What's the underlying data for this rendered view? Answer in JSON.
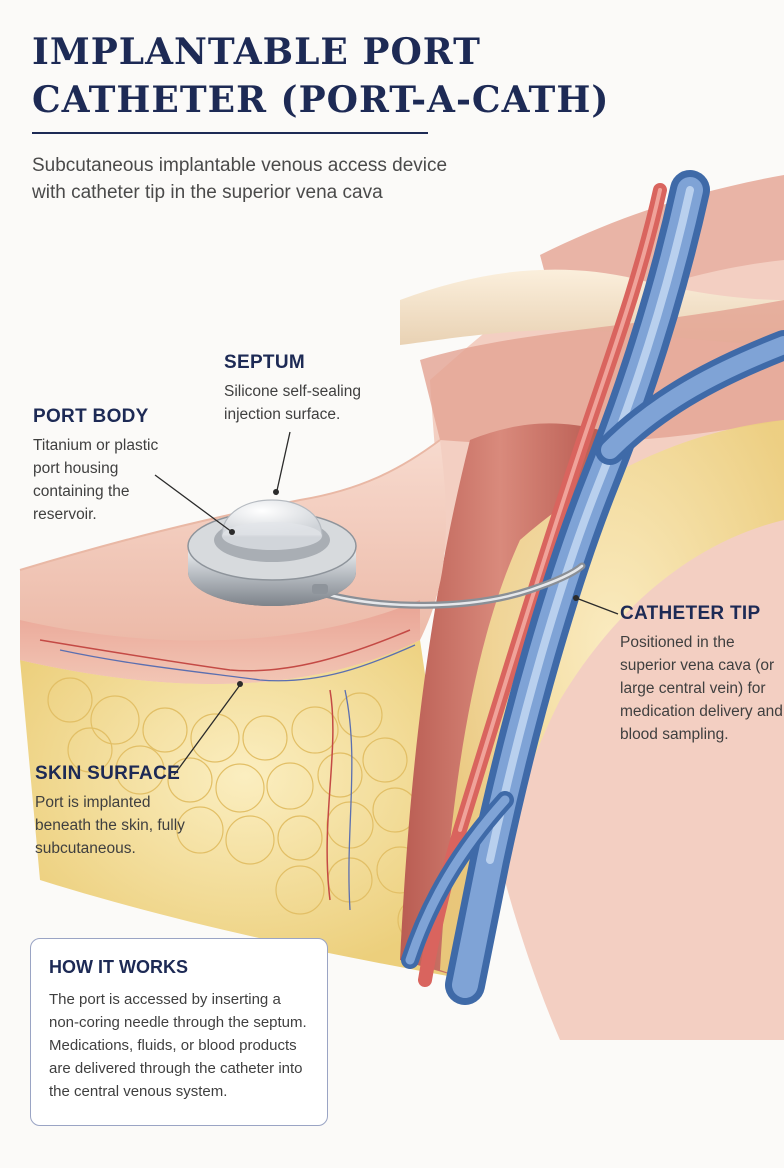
{
  "header": {
    "title": "IMPLANTABLE PORT CATHETER (PORT-A-CATH)",
    "subtitle": "Subcutaneous implantable venous access device with catheter tip in the superior vena cava"
  },
  "labels": {
    "septum": {
      "heading": "SEPTUM",
      "text": "Silicone self-sealing injection surface."
    },
    "port_body": {
      "heading": "PORT BODY",
      "text": "Titanium or plastic port housing containing the reservoir."
    },
    "catheter_tip": {
      "heading": "CATHETER TIP",
      "text": "Positioned in the superior vena cava (or large central vein) for medication delivery and blood sampling."
    },
    "skin_surface": {
      "heading": "SKIN SURFACE",
      "text": "Port is implanted beneath the skin, fully subcutaneous."
    }
  },
  "info_box": {
    "heading": "HOW IT WORKS",
    "text": "The port is accessed by inserting a non-coring needle through the septum. Medications, fluids, or blood products are delivered through the catheter into the central venous system."
  },
  "colors": {
    "title": "#1d2a55",
    "skin": "#f1c4b2",
    "fat": "#f4dc92",
    "muscle": "#c96f62",
    "vein": "#5c86c2",
    "artery": "#d9645e",
    "port_metal": "#b8bcc2"
  }
}
